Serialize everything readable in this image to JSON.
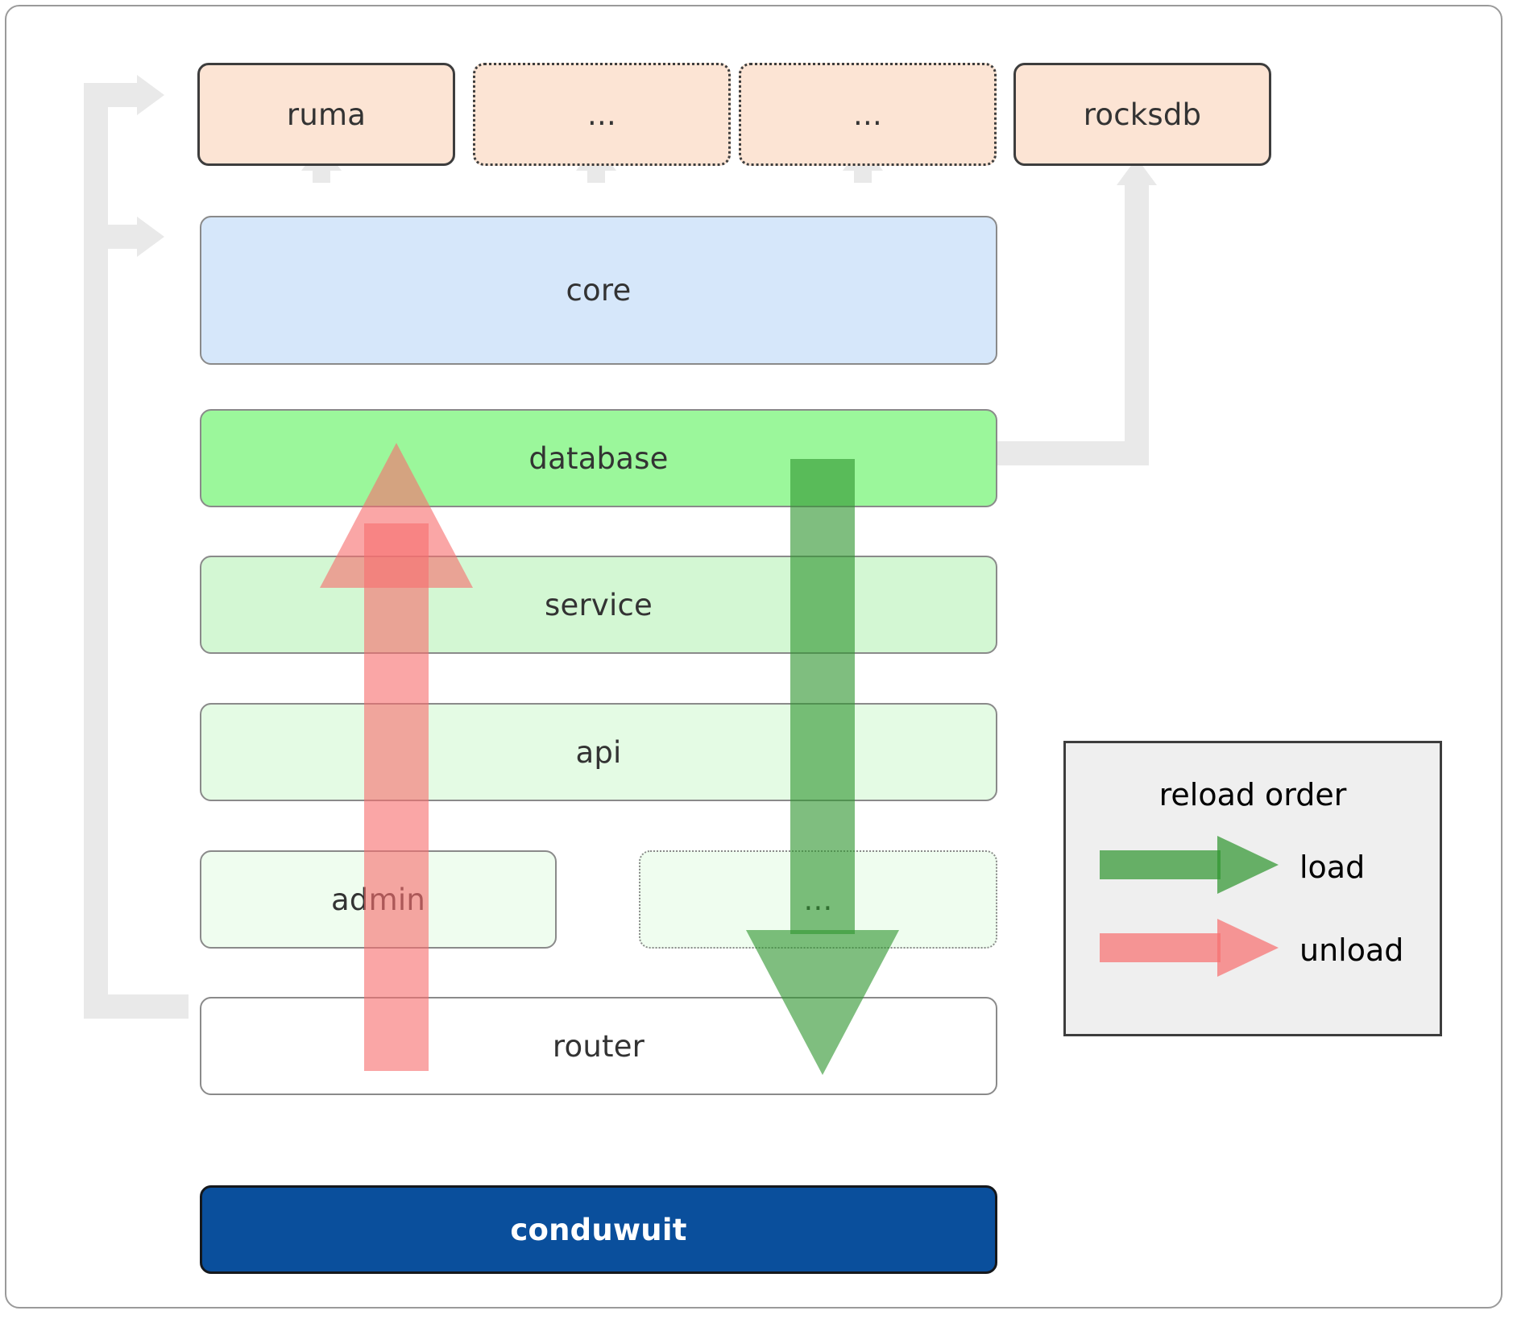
{
  "diagram": {
    "title": "conduwuit crate dependency and reload order diagram",
    "colors": {
      "dependency_fill": "#fce4d4",
      "core_fill": "#d6e7fa",
      "level1_fill": "#9bf79b",
      "level2_fill": "#d3f7d3",
      "level3_fill": "#e4fbe4",
      "level4_fill": "#effdef",
      "app_fill": "#0a4f9c",
      "connector": "#e9e9e9",
      "load_arrow": "#309630",
      "unload_arrow": "#f77070",
      "legend_fill": "#efefef"
    },
    "dependencies": [
      {
        "label": "ruma",
        "style": "solid"
      },
      {
        "label": "...",
        "style": "dotted"
      },
      {
        "label": "...",
        "style": "dotted"
      },
      {
        "label": "rocksdb",
        "style": "solid"
      }
    ],
    "core": {
      "label": "core"
    },
    "layers": [
      {
        "label": "database",
        "level": "lvl1"
      },
      {
        "label": "service",
        "level": "lvl2"
      },
      {
        "label": "api",
        "level": "lvl3"
      },
      {
        "label": "admin",
        "level": "lvl4"
      },
      {
        "label": "...",
        "level": "lvl4-dotted"
      },
      {
        "label": "router",
        "level": "plain"
      }
    ],
    "app": {
      "label": "conduwuit"
    },
    "legend": {
      "title": "reload order",
      "entries": [
        {
          "label": "load",
          "color": "#309630"
        },
        {
          "label": "unload",
          "color": "#f77070"
        }
      ]
    }
  }
}
